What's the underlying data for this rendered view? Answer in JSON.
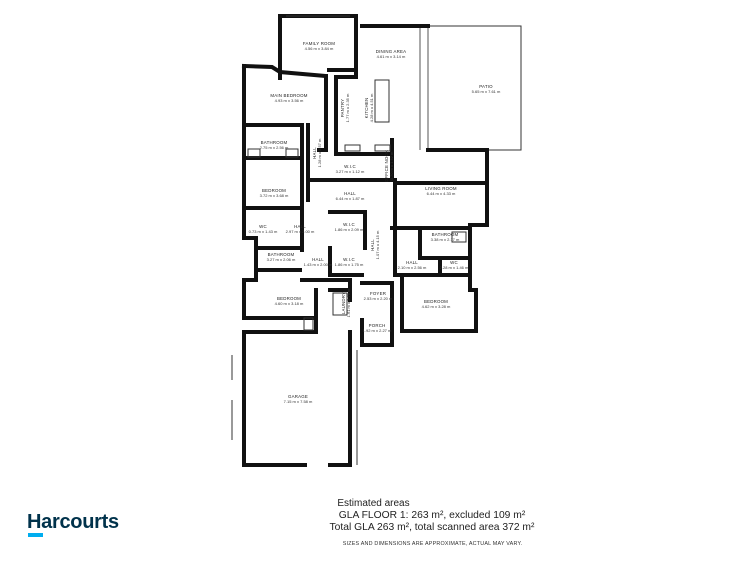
{
  "floorplan": {
    "rooms": [
      {
        "id": "family-room",
        "name": "FAMILY ROOM",
        "dims": "4.56 m x 3.84 m"
      },
      {
        "id": "dining-area",
        "name": "DINING AREA",
        "dims": "4.61 m x 3.14 m"
      },
      {
        "id": "patio",
        "name": "PATIO",
        "dims": "5.65 m x 7.61 m"
      },
      {
        "id": "main-bedroom",
        "name": "MAIN BEDROOM",
        "dims": "4.93 m x 3.56 m"
      },
      {
        "id": "pantry",
        "name": "PANTRY",
        "dims": "1.77 m x 2.35 m"
      },
      {
        "id": "kitchen",
        "name": "KITCHEN",
        "dims": "4.28 m x 4.51 m"
      },
      {
        "id": "bathroom-1",
        "name": "BATHROOM",
        "dims": "2.75 m x 2.56 m"
      },
      {
        "id": "hall-1",
        "name": "HALL",
        "dims": "1.28 m x 2.57 m"
      },
      {
        "id": "wic-1",
        "name": "W.I.C",
        "dims": "3.27 m x 1.12 m"
      },
      {
        "id": "office-nook",
        "name": "OFFICE NOOK",
        "dims": "0.70 m x 1.52 m"
      },
      {
        "id": "living-room",
        "name": "LIVING ROOM",
        "dims": "6.44 m x 4.33 m"
      },
      {
        "id": "bedroom-1",
        "name": "BEDROOM",
        "dims": "3.72 m x 3.68 m"
      },
      {
        "id": "hall-2",
        "name": "HALL",
        "dims": "6.44 m x 1.87 m"
      },
      {
        "id": "wc-1",
        "name": "WC",
        "dims": "0.73 m x 1.43 m"
      },
      {
        "id": "hall-3",
        "name": "HALL",
        "dims": "2.97 m x 2.00 m"
      },
      {
        "id": "wic-2",
        "name": "W.I.C",
        "dims": "1.86 m x 2.09 m"
      },
      {
        "id": "hall-4",
        "name": "HALL",
        "dims": "1.07 m x 4.15 m"
      },
      {
        "id": "bathroom-2",
        "name": "BATHROOM",
        "dims": "3.38 m x 2.17 m"
      },
      {
        "id": "bathroom-3",
        "name": "BATHROOM",
        "dims": "3.27 m x 2.06 m"
      },
      {
        "id": "hall-5",
        "name": "HALL",
        "dims": "1.43 m x 2.00 m"
      },
      {
        "id": "wic-3",
        "name": "W.I.C",
        "dims": "1.86 m x 1.75 m"
      },
      {
        "id": "hall-6",
        "name": "HALL",
        "dims": "2.10 m x 2.56 m"
      },
      {
        "id": "wc-2",
        "name": "WC",
        "dims": "2.28 m x 1.46 m"
      },
      {
        "id": "bedroom-2",
        "name": "BEDROOM",
        "dims": "4.60 m x 3.18 m"
      },
      {
        "id": "laundry",
        "name": "LAUNDRY",
        "dims": "1.61 m x 2.76 m"
      },
      {
        "id": "foyer",
        "name": "FOYER",
        "dims": "2.53 m x 2.20 m"
      },
      {
        "id": "bedroom-3",
        "name": "BEDROOM",
        "dims": "4.62 m x 3.28 m"
      },
      {
        "id": "porch",
        "name": "PORCH",
        "dims": "1.92 m x 2.27 m"
      },
      {
        "id": "garage",
        "name": "GARAGE",
        "dims": "7.15 m x 7.58 m"
      }
    ]
  },
  "estimates": {
    "title": "Estimated areas",
    "line1": "GLA FLOOR 1: 263 m², excluded 109 m²",
    "line2": "Total GLA 263 m², total scanned area 372 m²"
  },
  "disclaimer": "SIZES AND DIMENSIONS ARE APPROXIMATE, ACTUAL MAY VARY.",
  "brand": {
    "name": "Harcourts",
    "color": "#00324b",
    "accent": "#00adef"
  }
}
